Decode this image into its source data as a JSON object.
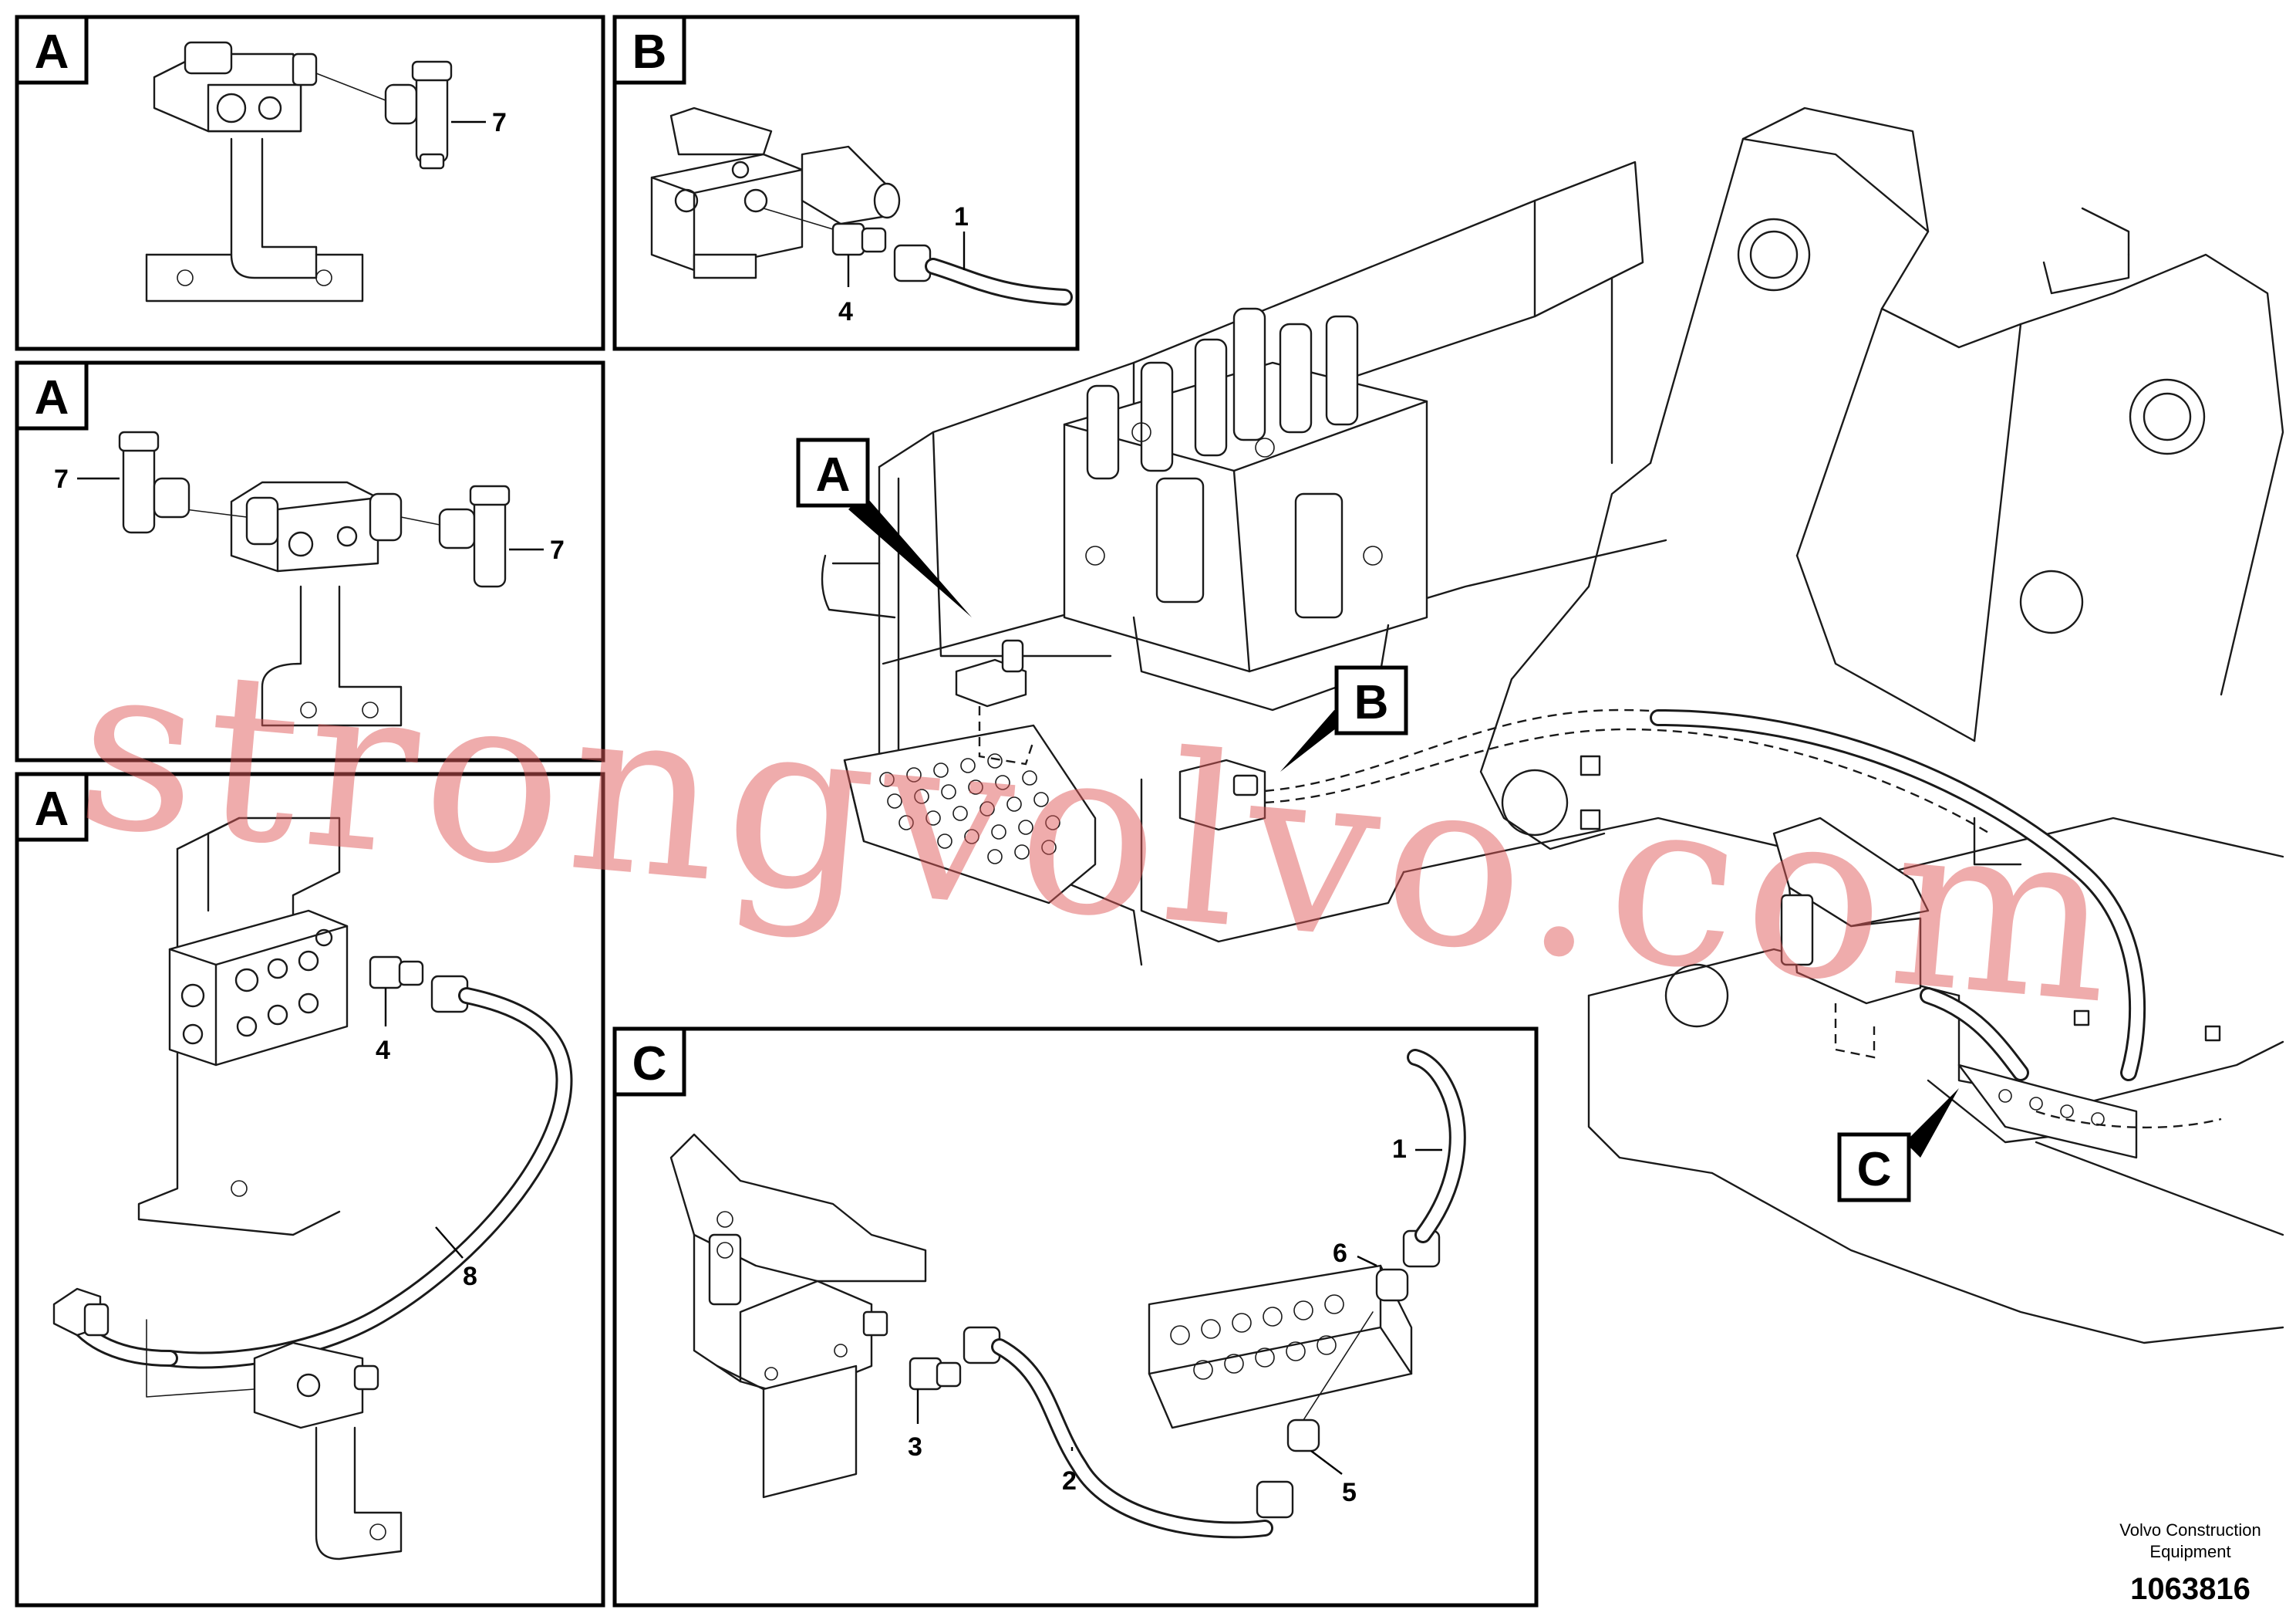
{
  "callouts": {
    "panel_a1": "A",
    "panel_a2": "A",
    "panel_a3": "A",
    "panel_b": "B",
    "panel_c": "C",
    "main_a": "A",
    "main_b": "B",
    "main_c": "C"
  },
  "part_numbers": {
    "a1_7": "7",
    "a2_7_left": "7",
    "a2_7_right": "7",
    "b_1": "1",
    "b_4": "4",
    "a3_4": "4",
    "a3_8": "8",
    "c_1": "1",
    "c_6": "6",
    "c_3": "3",
    "c_2": "2",
    "c_5": "5"
  },
  "footer": {
    "company_line1": "Volvo Construction",
    "company_line2": "Equipment",
    "drawing_number": "1063816"
  },
  "watermark": "strongvolvo.com",
  "colors": {
    "line": "#1a1a1a",
    "watermark": "#e05a5a",
    "background": "#ffffff"
  }
}
